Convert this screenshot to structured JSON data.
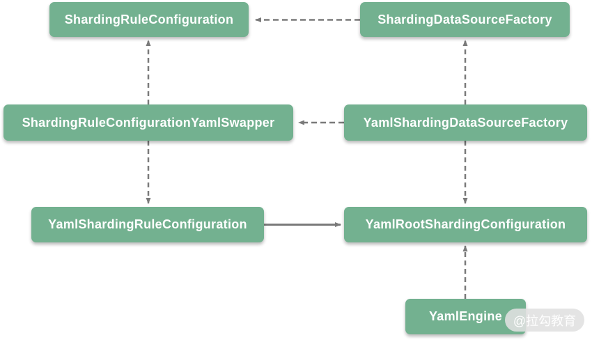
{
  "diagram": {
    "nodes": [
      {
        "id": "sharding-rule-configuration",
        "label": "ShardingRuleConfiguration"
      },
      {
        "id": "sharding-data-source-factory",
        "label": "ShardingDataSourceFactory"
      },
      {
        "id": "sharding-rule-configuration-yaml-swapper",
        "label": "ShardingRuleConfigurationYamlSwapper"
      },
      {
        "id": "yaml-sharding-data-source-factory",
        "label": "YamlShardingDataSourceFactory"
      },
      {
        "id": "yaml-sharding-rule-configuration",
        "label": "YamlShardingRuleConfiguration"
      },
      {
        "id": "yaml-root-sharding-configuration",
        "label": "YamlRootShardingConfiguration"
      },
      {
        "id": "yaml-engine",
        "label": "YamlEngine"
      }
    ],
    "edges": [
      {
        "from": "ShardingDataSourceFactory",
        "to": "ShardingRuleConfiguration",
        "style": "dashed",
        "direction": "left"
      },
      {
        "from": "ShardingRuleConfigurationYamlSwapper",
        "to": "ShardingRuleConfiguration",
        "style": "dashed",
        "direction": "up"
      },
      {
        "from": "YamlShardingDataSourceFactory",
        "to": "ShardingRuleConfigurationYamlSwapper",
        "style": "dashed",
        "direction": "left"
      },
      {
        "from": "YamlShardingDataSourceFactory",
        "to": "ShardingDataSourceFactory",
        "style": "dashed",
        "direction": "up"
      },
      {
        "from": "ShardingRuleConfigurationYamlSwapper",
        "to": "YamlShardingRuleConfiguration",
        "style": "dashed",
        "direction": "down"
      },
      {
        "from": "YamlShardingDataSourceFactory",
        "to": "YamlRootShardingConfiguration",
        "style": "dashed",
        "direction": "down"
      },
      {
        "from": "YamlShardingRuleConfiguration",
        "to": "YamlRootShardingConfiguration",
        "style": "solid",
        "direction": "right"
      },
      {
        "from": "YamlEngine",
        "to": "YamlRootShardingConfiguration",
        "style": "dashed",
        "direction": "up"
      }
    ],
    "colors": {
      "node_fill": "#73b190",
      "node_text": "#ffffff",
      "arrow": "#7a7a7a",
      "background": "#ffffff",
      "watermark_bg": "#e0e0e0",
      "watermark_text": "#ffffff"
    },
    "watermark": "@拉勾教育"
  }
}
